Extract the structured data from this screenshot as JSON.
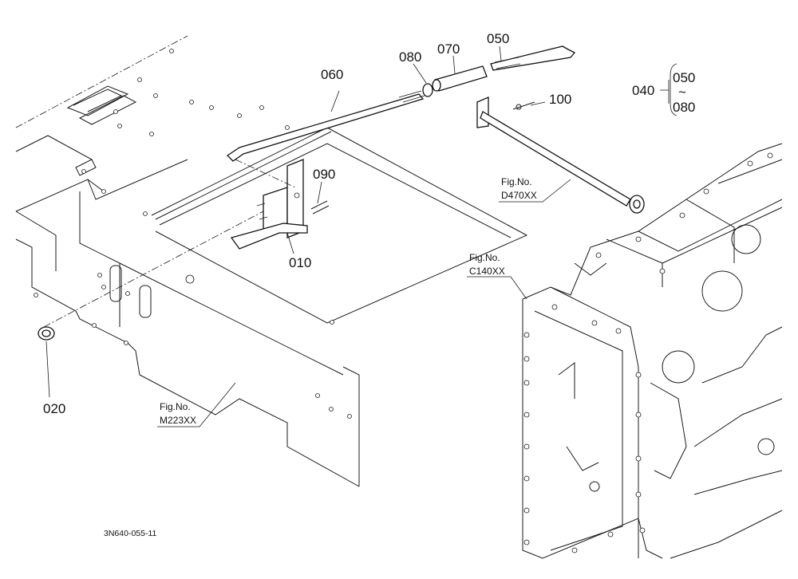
{
  "diagram": {
    "parts": [
      {
        "id": "p060",
        "number": "060"
      },
      {
        "id": "p080",
        "number": "080"
      },
      {
        "id": "p070",
        "number": "070"
      },
      {
        "id": "p050",
        "number": "050"
      },
      {
        "id": "p100",
        "number": "100"
      },
      {
        "id": "p090",
        "number": "090"
      },
      {
        "id": "p010",
        "number": "010"
      },
      {
        "id": "p020",
        "number": "020"
      }
    ],
    "assembly": {
      "number": "040",
      "range_start": "050",
      "range_symbol": "~",
      "range_end": "080"
    },
    "figure_refs": [
      {
        "id": "d470",
        "prefix": "Fig.No.",
        "code": "D470XX"
      },
      {
        "id": "c140",
        "prefix": "Fig.No.",
        "code": "C140XX"
      },
      {
        "id": "m223",
        "prefix": "Fig.No.",
        "code": "M223XX"
      }
    ],
    "drawing_code": "3N640-055-11"
  }
}
